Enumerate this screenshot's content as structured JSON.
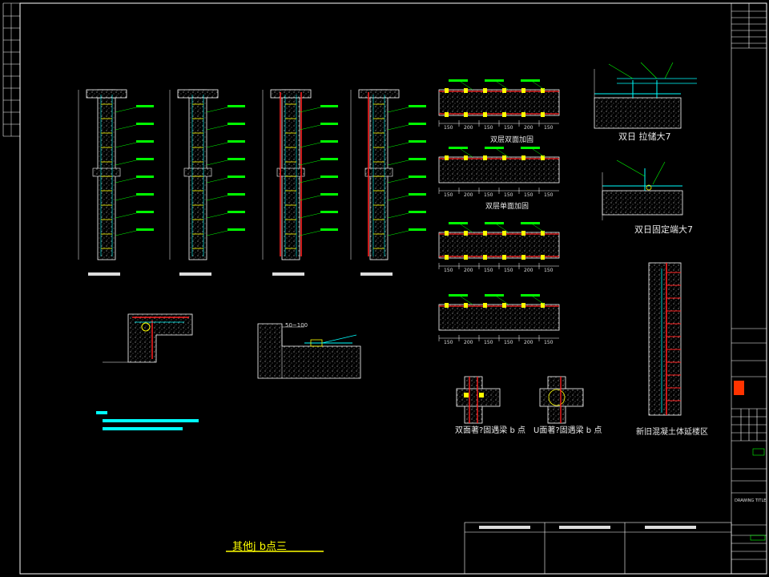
{
  "drawing": {
    "sheet_title": "其他j b点三",
    "title_block_label": "DRAWING TITLE"
  },
  "labels": {
    "dual_anchor": "双日 拉储大7",
    "dual_fixed_end": "双日固定端大7",
    "dual_double": "双面著?固遇梁 b 点",
    "single_double": "U面著?固遇梁 b 点",
    "old_new_concrete": "新旧混凝土体延楼区",
    "panel_top_1": "双层双面加固",
    "panel_top_2": "双层单面加固",
    "dim_label": "50~100"
  },
  "dims": {
    "row1": [
      "150",
      "200",
      "150",
      "150",
      "200",
      "150"
    ],
    "row2": [
      "150",
      "200",
      "150",
      "150",
      "150",
      "150"
    ],
    "row3": [
      "150",
      "200",
      "150",
      "150",
      "200",
      "150"
    ],
    "row4": [
      "150",
      "200",
      "150",
      "150",
      "200",
      "150"
    ]
  },
  "colors": {
    "background": "#000000",
    "line": "#ffffff",
    "cyan": "#00ffff",
    "green": "#00ff00",
    "red": "#ff2020",
    "yellow": "#ffff00"
  }
}
